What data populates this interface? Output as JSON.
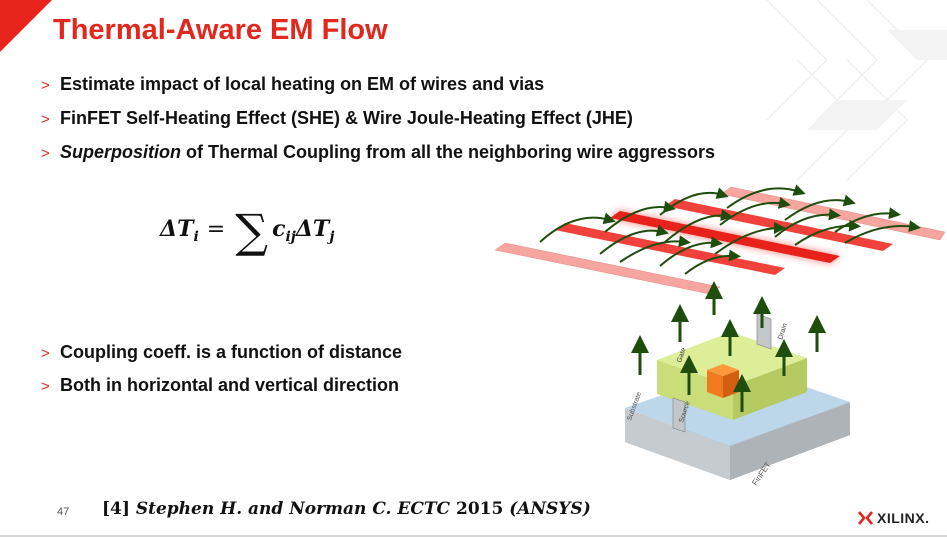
{
  "slide": {
    "title": "Thermal-Aware EM Flow",
    "bullets_top": [
      {
        "marker": ">",
        "text": "Estimate impact of local heating on EM of wires and vias"
      },
      {
        "marker": ">",
        "text": "FinFET Self-Heating Effect (SHE) & Wire Joule-Heating Effect (JHE)"
      },
      {
        "marker": ">",
        "emphasis": "Superposition",
        "text": " of Thermal Coupling from all the neighboring wire aggressors"
      }
    ],
    "formula": {
      "lhs": "ΔT",
      "lhs_sub": "i",
      "equals": "=",
      "sum": "∑",
      "coef": "c",
      "coef_sub": "ij",
      "rhs": "ΔT",
      "rhs_sub": "j"
    },
    "bullets_bottom": [
      {
        "marker": ">",
        "text": "Coupling coeff. is a function of distance"
      },
      {
        "marker": ">",
        "text": "Both in horizontal and vertical direction"
      }
    ],
    "figure": {
      "labels": {
        "gate": "Gate",
        "drain": "Drain",
        "source": "Source",
        "substrate": "Substrate",
        "finfet": "FinFET"
      }
    },
    "footer": {
      "page_number": "47",
      "citation_ref": "[4]",
      "citation_authors": "Stephen H. and Norman C. ECTC",
      "citation_year": "2015",
      "citation_org": "(ANSYS)",
      "logo_text": "XILINX."
    },
    "colors": {
      "accent_red": "#e2271d",
      "wire_red": "#f0413a",
      "wire_pink": "#f7a59f",
      "arrow_green": "#1f4d0e",
      "gate_green": "#d3e887"
    }
  }
}
